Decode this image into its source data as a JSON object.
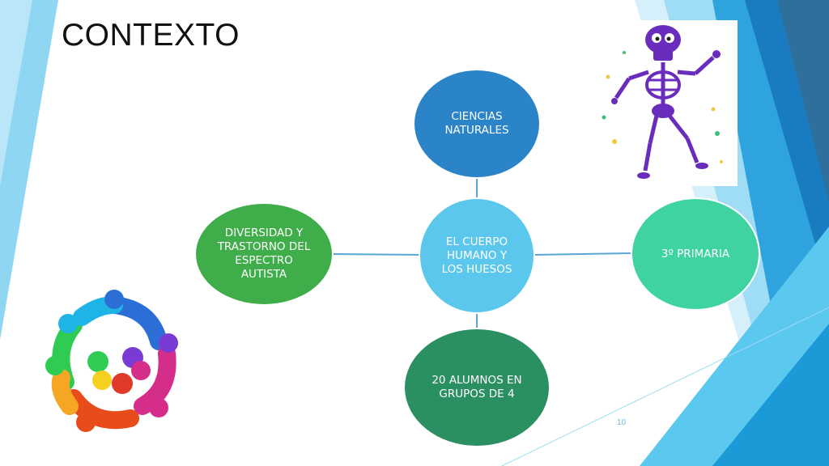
{
  "slide": {
    "title": "CONTEXTO",
    "slide_number": "10"
  },
  "diagram": {
    "center": "EL CUERPO HUMANO Y LOS HUESOS",
    "top": "CIENCIAS NATURALES",
    "right": "3º PRIMARIA",
    "bottom": "20 ALUMNOS EN GRUPOS DE 4",
    "left": "DIVERSIDAD  Y TRASTORNO DEL ESPECTRO AUTISTA"
  },
  "colors": {
    "center": "#5cc7ec",
    "top": "#2b84c7",
    "right": "#3fd3a2",
    "bottom": "#2a8f61",
    "left": "#3fae4a",
    "skeleton": "#6a2cbd",
    "decor_dark_blue": "#1c88c6",
    "decor_light_blue": "#5ac8ef"
  },
  "images": {
    "skeleton": "skeleton-illustration",
    "team": "teamwork-people-circle-illustration"
  }
}
